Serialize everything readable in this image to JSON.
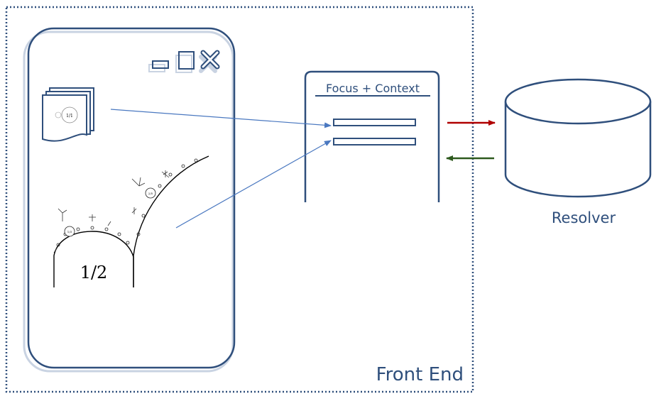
{
  "frontend": {
    "label": "Front End"
  },
  "panel": {
    "title": "Focus + Context"
  },
  "resolver": {
    "label": "Resolver"
  },
  "document_icon": {
    "label": "1/1"
  },
  "fractal": {
    "main_label": "1/2",
    "bulb_a": "1/3",
    "bulb_b": "2/5"
  },
  "colors": {
    "frame": "#2f4f7c",
    "arrow_blue": "#4a78c0",
    "arrow_red": "#b00000",
    "arrow_green": "#2e5a1e"
  }
}
